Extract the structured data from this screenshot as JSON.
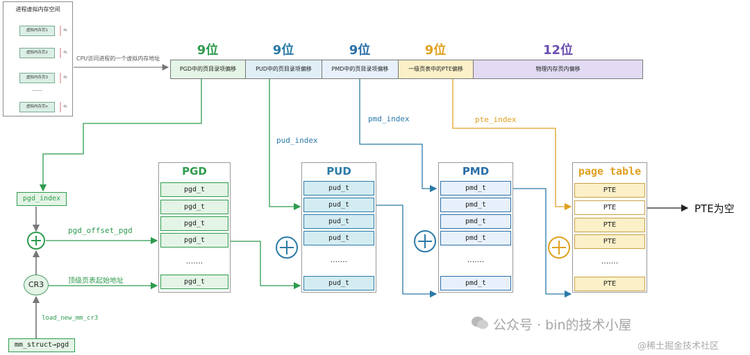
{
  "virtual_space": {
    "title": "进程虚拟内存空间",
    "items": [
      "虚拟内存页1",
      "虚拟内存页2",
      "虚拟内存页3",
      "虚拟内存页n"
    ],
    "size_label": "4k",
    "dots": "......"
  },
  "cpu_access_label": "CPU访问进程的一个虚拟内存地址",
  "address_fields": [
    {
      "bits": "9位",
      "label": "PGD中的页目录项偏移",
      "color": "#2e9b4e",
      "fill": "#e4f4e6"
    },
    {
      "bits": "9位",
      "label": "PUD中的页目录项偏移",
      "color": "#2a7aa8",
      "fill": "#e0eff6"
    },
    {
      "bits": "9位",
      "label": "PMD中的页目录项偏移",
      "color": "#2a6fa8",
      "fill": "#e8f1fb"
    },
    {
      "bits": "9位",
      "label": "一级页表中的PTE偏移",
      "color": "#e0a020",
      "fill": "#fbf0c8"
    },
    {
      "bits": "12位",
      "label": "物理内存页内偏移",
      "color": "#6a4fb0",
      "fill": "#e2dbf3"
    }
  ],
  "index_labels": {
    "pud_index": "pud_index",
    "pmd_index": "pmd_index",
    "pte_index": "pte_index",
    "pgd_index": "pgd_index",
    "pgd_offset": "pgd_offset_pgd",
    "top_table_addr": "顶级页表起始地址",
    "load_cr3": "load_new_mm_cr3",
    "cr3": "CR3",
    "mm_struct": "mm_struct→pgd"
  },
  "tables": {
    "pgd": {
      "title": "PGD",
      "entries": [
        "pgd_t",
        "pgd_t",
        "pgd_t",
        "pgd_t"
      ],
      "last": "pgd_t",
      "dots": "......."
    },
    "pud": {
      "title": "PUD",
      "entries": [
        "pud_t",
        "pud_t",
        "pud_t",
        "pud_t"
      ],
      "last": "pud_t",
      "dots": "......."
    },
    "pmd": {
      "title": "PMD",
      "entries": [
        "pmd_t",
        "pmd_t",
        "pmd_t",
        "pmd_t"
      ],
      "last": "pmd_t",
      "dots": "......."
    },
    "pt": {
      "title": "page table",
      "entries": [
        "PTE",
        "PTE",
        "PTE",
        "PTE"
      ],
      "last": "PTE",
      "dots": "......."
    }
  },
  "pte_empty": "PTE为空",
  "watermark": {
    "main": "公众号 · bin的技术小屋",
    "sub": "@稀土掘金技术社区"
  },
  "colors": {
    "green": "#2e9b4e",
    "blue": "#2a7aa8",
    "yellow": "#e0a020",
    "purple": "#6a4fb0"
  }
}
